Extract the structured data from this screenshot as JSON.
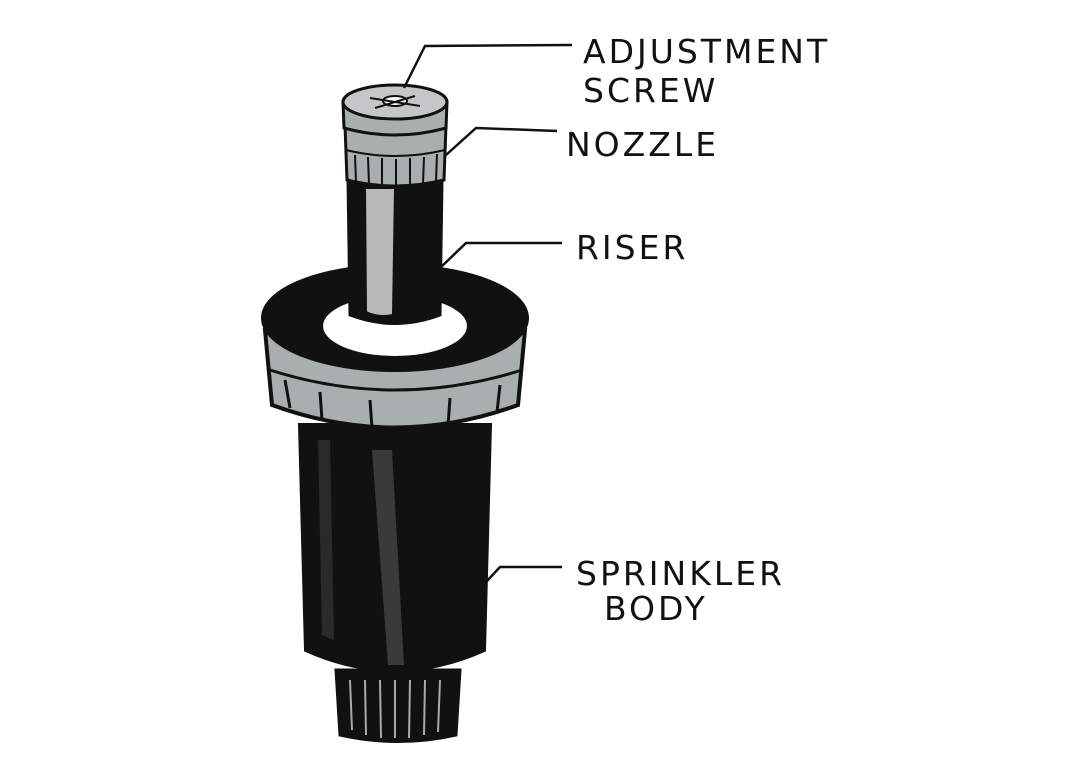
{
  "labels": {
    "adjustment_line1": "ADJUSTMENT",
    "adjustment_line2": "SCREW",
    "nozzle": "NOZZLE",
    "riser": "RISER",
    "body_line1": "SPRINKLER",
    "body_line2": "BODY"
  },
  "colors": {
    "ink": "#111111",
    "grey": "#a9aeae",
    "highlight": "#b8b8b8"
  }
}
